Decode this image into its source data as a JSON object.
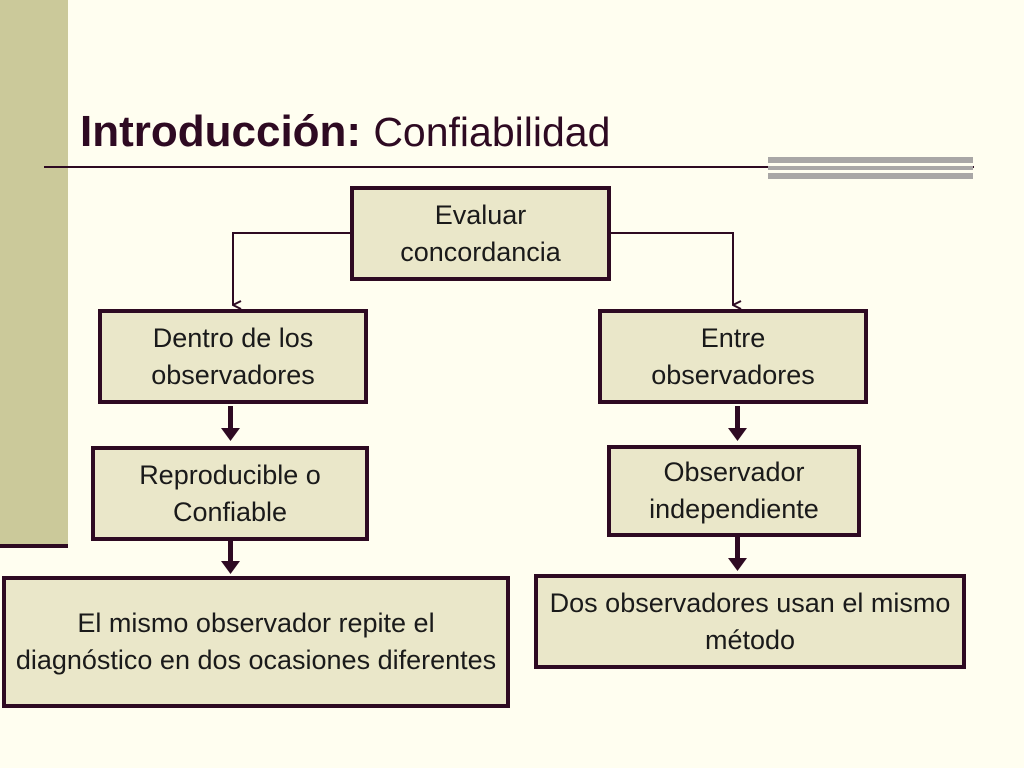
{
  "slide": {
    "title_bold": "Introducción:",
    "title_rest": "Confiabilidad"
  },
  "diagram": {
    "root": "Evaluar concordancia",
    "left": {
      "level1": "Dentro de los observadores",
      "level2": "Reproducible o Confiable",
      "level3": "El mismo observador repite el diagnóstico en dos ocasiones diferentes"
    },
    "right": {
      "level1": "Entre observadores",
      "level2": "Observador independiente",
      "level3": "Dos observadores usan el mismo método"
    }
  },
  "colors": {
    "background": "#FFFEF0",
    "box_fill": "#EAE7C9",
    "box_border": "#2E0A22",
    "accent_bar": "#CBC99A",
    "grey_bar": "#A9A7A6"
  }
}
